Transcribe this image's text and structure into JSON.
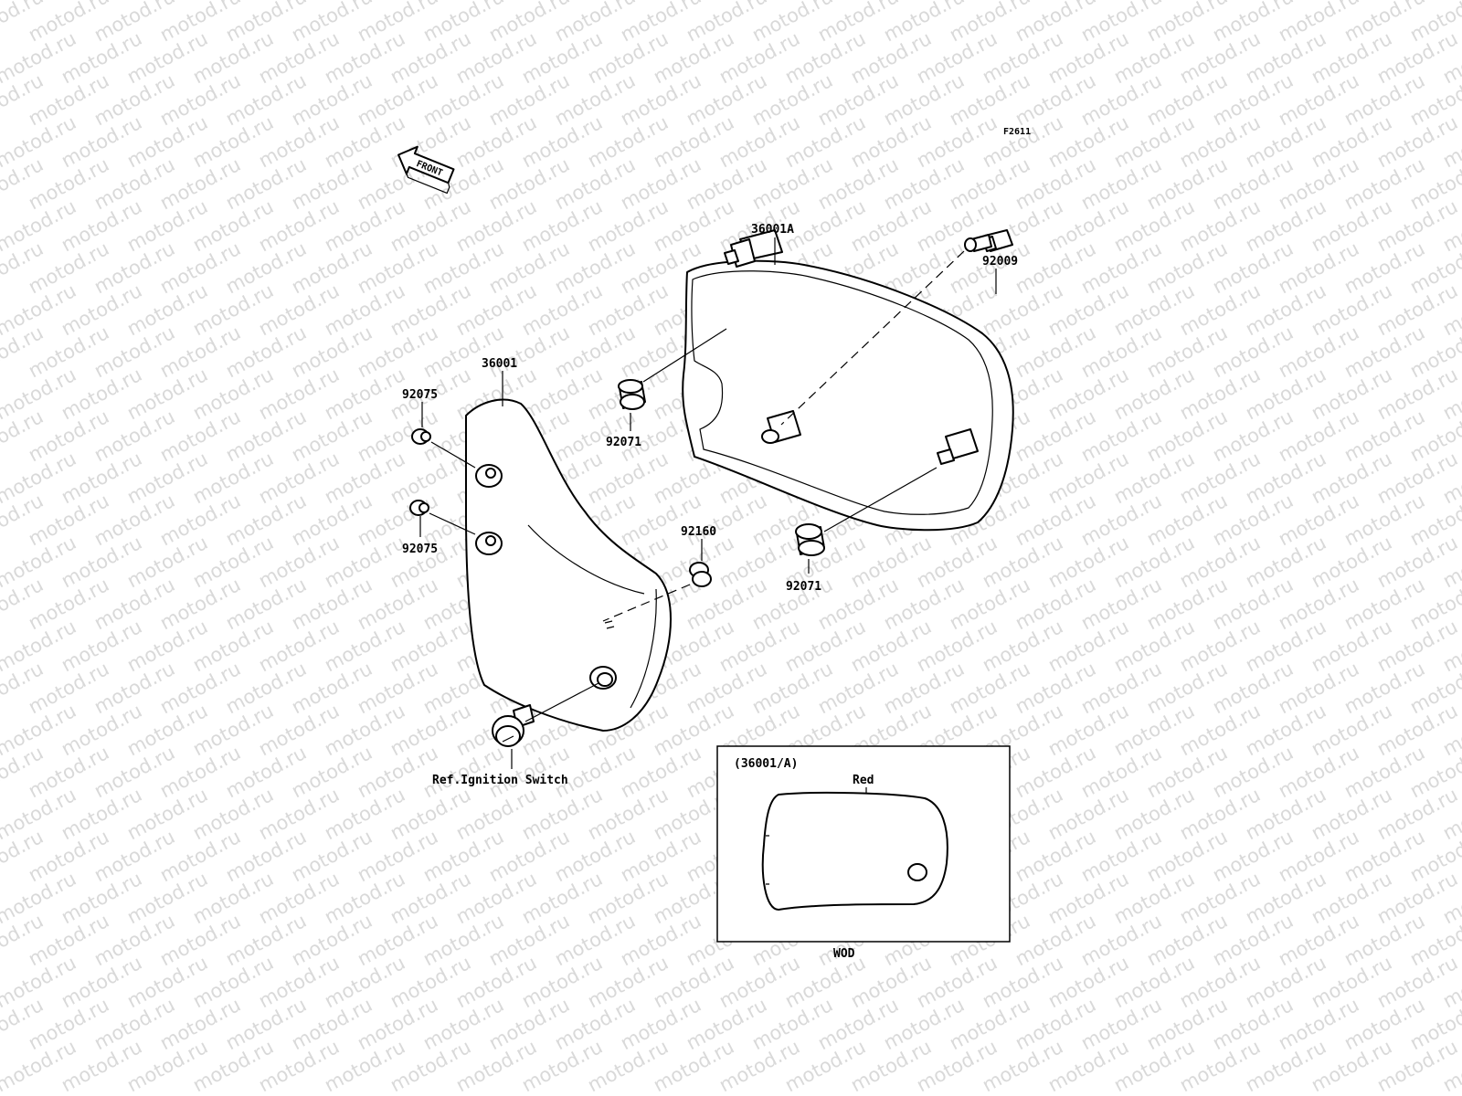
{
  "diagram": {
    "figure_code": "F2611",
    "front_arrow_label": "FRONT",
    "watermark_text": "motod.ru",
    "part_labels": {
      "cover_right": "36001A",
      "cover_left": "36001",
      "bolt": "92009",
      "grommet_upper": "92071",
      "grommet_lower": "92071",
      "damper_upper": "92075",
      "damper_lower": "92075",
      "collar": "92160",
      "ignition_ref": "Ref.Ignition Switch"
    },
    "inset": {
      "title": "(36001/A)",
      "color_label": "Red",
      "variant_label": "WOD"
    }
  }
}
